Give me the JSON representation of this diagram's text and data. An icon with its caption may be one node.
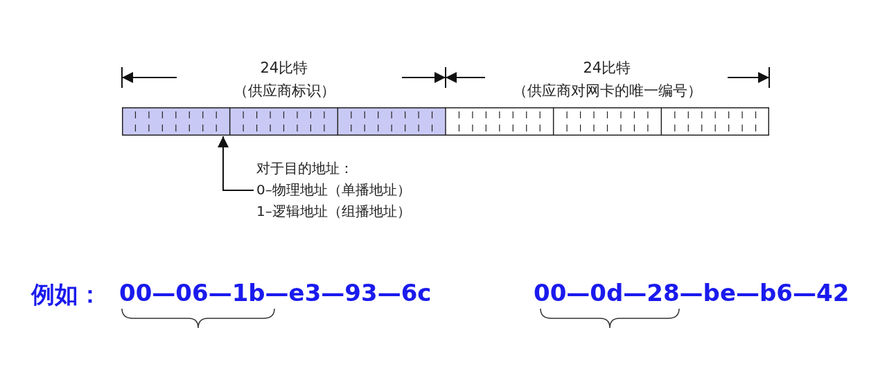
{
  "diagram": {
    "nodes": [
      {
        "text": [
          "对于目的地址：",
          "0–物理地址（单播地址）",
          "1–逻辑地址（组播地址）"
        ]
      },
      {
        "text": [],
        "shape": "bar"
      }
    ],
    "edges": [
      {
        "from": 0,
        "to": 1,
        "arrow": "to"
      }
    ],
    "labels": [
      "24比特",
      "（供应商标识）",
      "24比特",
      "（供应商对网卡的唯一编号）",
      "例如：",
      "00—06—1b—e3—93—6c",
      "00—0d—28—be—b6—42"
    ]
  }
}
